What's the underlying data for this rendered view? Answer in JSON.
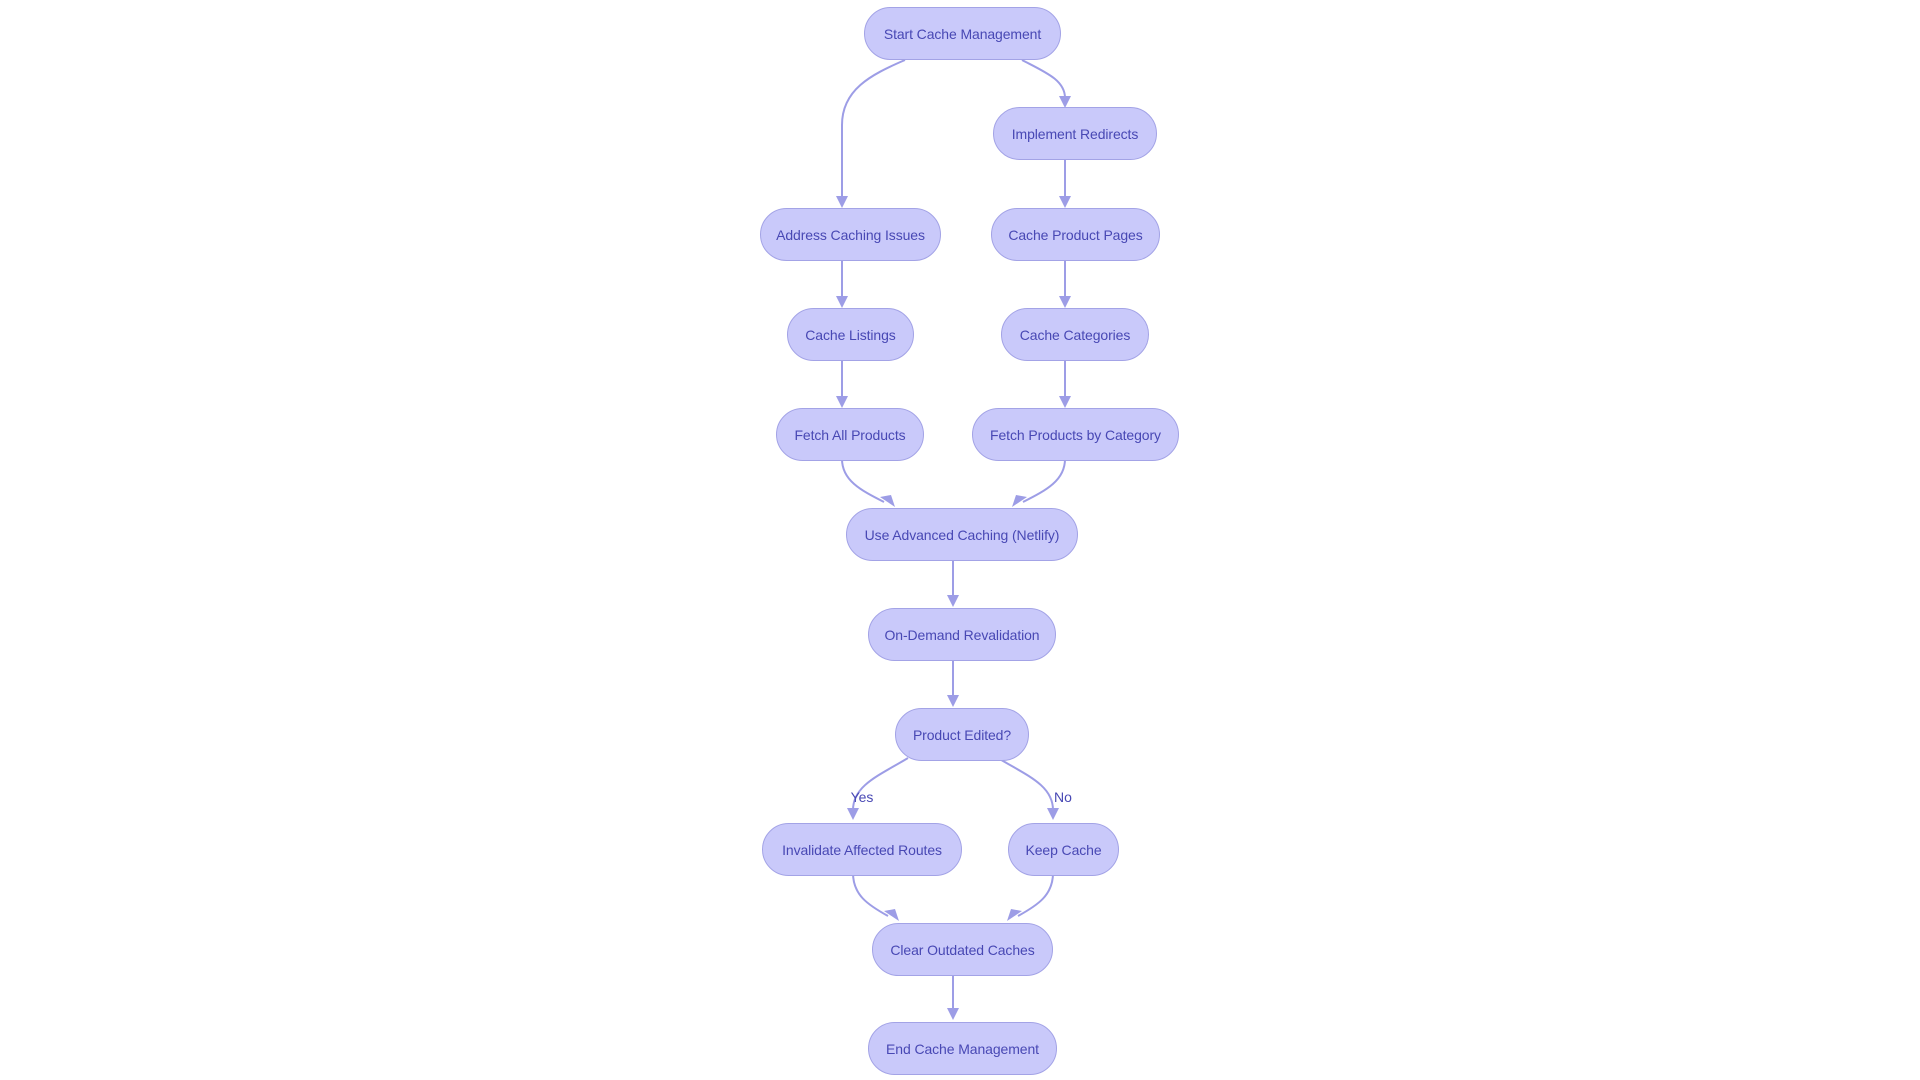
{
  "diagram": {
    "type": "flowchart",
    "direction": "top-down",
    "colors": {
      "node_fill": "#c9c9fa",
      "node_border": "#a3a3e6",
      "node_text": "#4848b4",
      "edge": "#9d9de6",
      "background": "#ffffff"
    },
    "nodes": {
      "start": {
        "label": "Start Cache Management"
      },
      "implement_redirects": {
        "label": "Implement Redirects"
      },
      "address_caching": {
        "label": "Address Caching Issues"
      },
      "cache_product_pages": {
        "label": "Cache Product Pages"
      },
      "cache_listings": {
        "label": "Cache Listings"
      },
      "cache_categories": {
        "label": "Cache Categories"
      },
      "fetch_all_products": {
        "label": "Fetch All Products"
      },
      "fetch_by_category": {
        "label": "Fetch Products by Category"
      },
      "advanced_caching": {
        "label": "Use Advanced Caching (Netlify)"
      },
      "on_demand": {
        "label": "On-Demand Revalidation"
      },
      "product_edited": {
        "label": "Product Edited?"
      },
      "invalidate_routes": {
        "label": "Invalidate Affected Routes"
      },
      "keep_cache": {
        "label": "Keep Cache"
      },
      "clear_outdated": {
        "label": "Clear Outdated Caches"
      },
      "end": {
        "label": "End Cache Management"
      }
    },
    "edges": [
      {
        "from": "start",
        "to": "address_caching",
        "label": ""
      },
      {
        "from": "start",
        "to": "implement_redirects",
        "label": ""
      },
      {
        "from": "implement_redirects",
        "to": "cache_product_pages",
        "label": ""
      },
      {
        "from": "address_caching",
        "to": "cache_listings",
        "label": ""
      },
      {
        "from": "cache_product_pages",
        "to": "cache_categories",
        "label": ""
      },
      {
        "from": "cache_listings",
        "to": "fetch_all_products",
        "label": ""
      },
      {
        "from": "cache_categories",
        "to": "fetch_by_category",
        "label": ""
      },
      {
        "from": "fetch_all_products",
        "to": "advanced_caching",
        "label": ""
      },
      {
        "from": "fetch_by_category",
        "to": "advanced_caching",
        "label": ""
      },
      {
        "from": "advanced_caching",
        "to": "on_demand",
        "label": ""
      },
      {
        "from": "on_demand",
        "to": "product_edited",
        "label": ""
      },
      {
        "from": "product_edited",
        "to": "invalidate_routes",
        "label": "Yes"
      },
      {
        "from": "product_edited",
        "to": "keep_cache",
        "label": "No"
      },
      {
        "from": "invalidate_routes",
        "to": "clear_outdated",
        "label": ""
      },
      {
        "from": "keep_cache",
        "to": "clear_outdated",
        "label": ""
      },
      {
        "from": "clear_outdated",
        "to": "end",
        "label": ""
      }
    ],
    "edge_labels": {
      "yes": "Yes",
      "no": "No"
    }
  }
}
